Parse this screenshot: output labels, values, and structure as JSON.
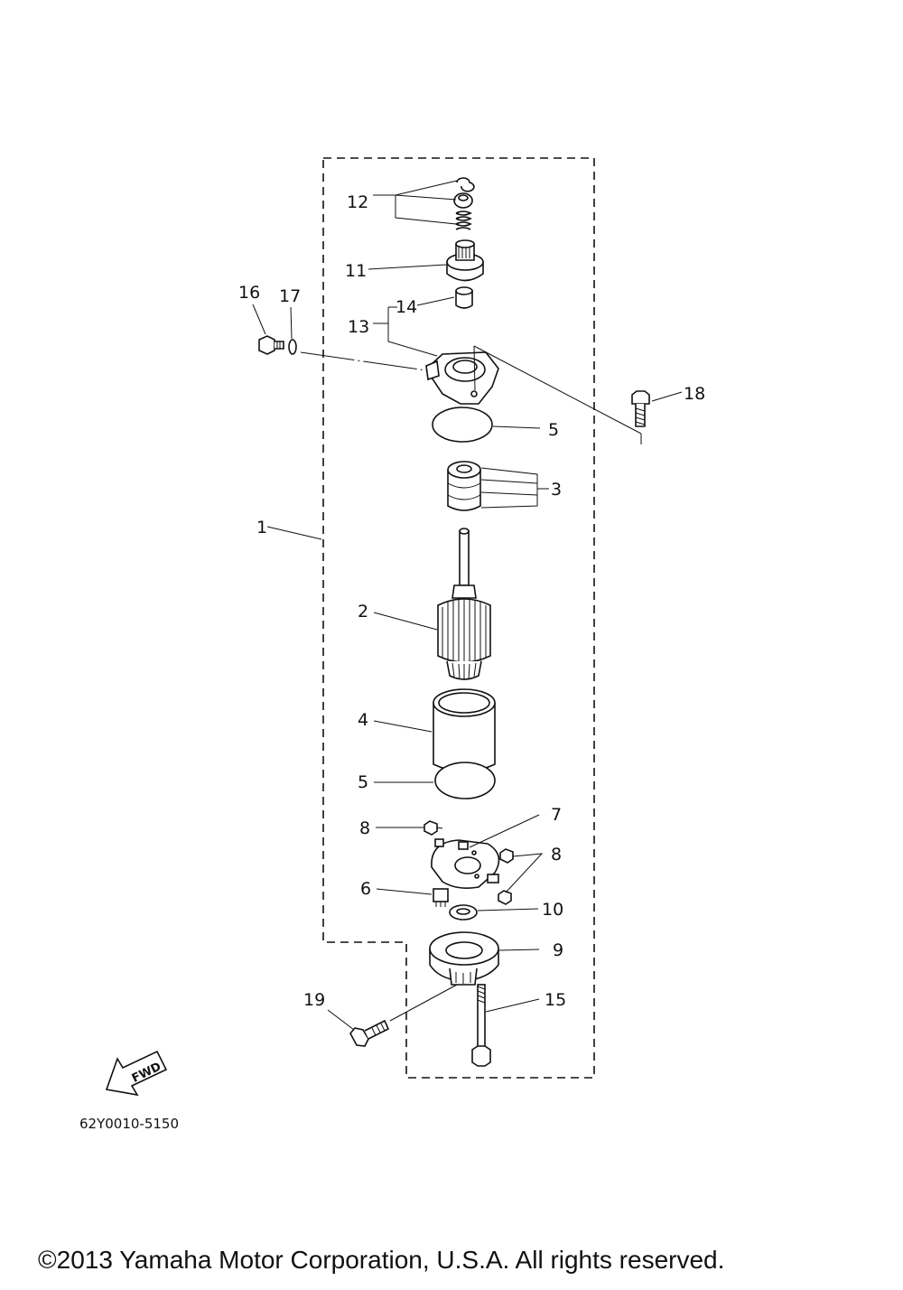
{
  "diagram": {
    "callouts": [
      {
        "id": "c1",
        "label": "1"
      },
      {
        "id": "c2",
        "label": "2"
      },
      {
        "id": "c3",
        "label": "3"
      },
      {
        "id": "c4",
        "label": "4"
      },
      {
        "id": "c5a",
        "label": "5"
      },
      {
        "id": "c5b",
        "label": "5"
      },
      {
        "id": "c6",
        "label": "6"
      },
      {
        "id": "c7",
        "label": "7"
      },
      {
        "id": "c8a",
        "label": "8"
      },
      {
        "id": "c8b",
        "label": "8"
      },
      {
        "id": "c9",
        "label": "9"
      },
      {
        "id": "c10",
        "label": "10"
      },
      {
        "id": "c11",
        "label": "11"
      },
      {
        "id": "c12",
        "label": "12"
      },
      {
        "id": "c13",
        "label": "13"
      },
      {
        "id": "c14",
        "label": "14"
      },
      {
        "id": "c15",
        "label": "15"
      },
      {
        "id": "c16",
        "label": "16"
      },
      {
        "id": "c17",
        "label": "17"
      },
      {
        "id": "c18",
        "label": "18"
      },
      {
        "id": "c19",
        "label": "19"
      }
    ],
    "fwd_label": "FWD",
    "drawing_code": "62Y0010-5150"
  },
  "footer": {
    "copyright": "©2013 Yamaha Motor Corporation, U.S.A. All rights reserved."
  }
}
